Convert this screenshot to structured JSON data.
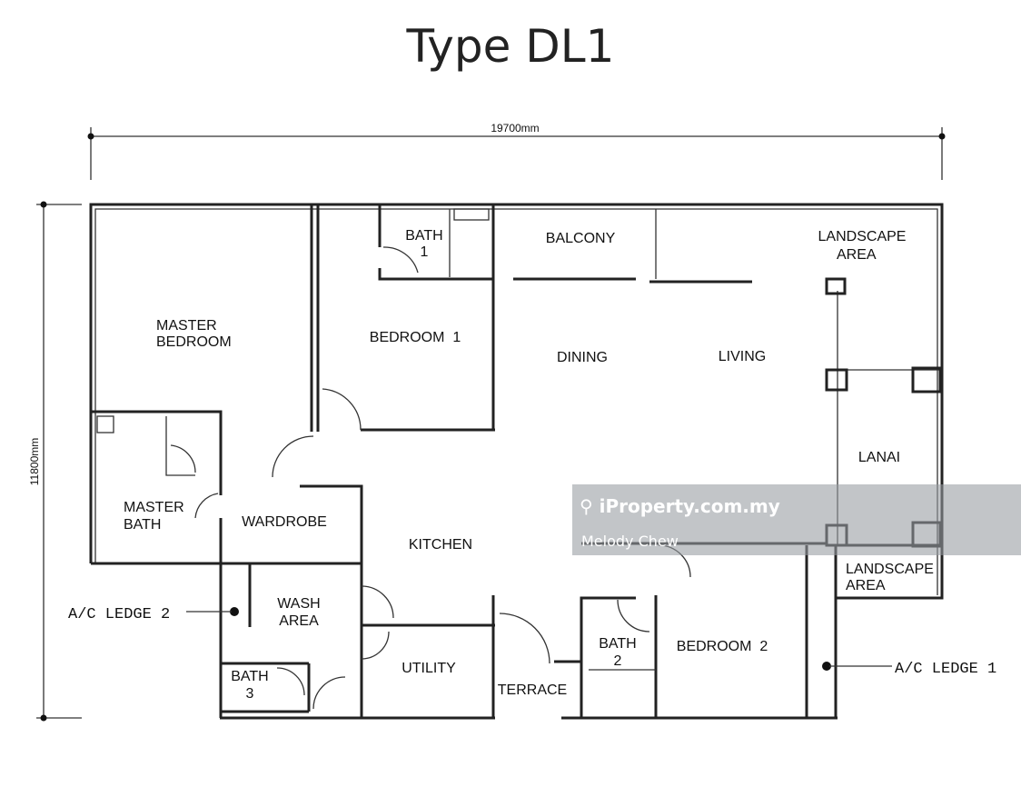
{
  "title": "Type DL1",
  "dimensions": {
    "width": "19700mm",
    "height": "11800mm"
  },
  "rooms": {
    "bath1": [
      "BATH",
      "1"
    ],
    "balcony": "BALCONY",
    "landscape_top": [
      "LANDSCAPE",
      "AREA"
    ],
    "master_bedroom": [
      "MASTER",
      "BEDROOM"
    ],
    "bedroom1": "BEDROOM  1",
    "dining": "DINING",
    "living": "LIVING",
    "lanai": "LANAI",
    "master_bath": [
      "MASTER",
      "BATH"
    ],
    "wardrobe": "WARDROBE",
    "kitchen": "KITCHEN",
    "landscape_bottom": [
      "LANDSCAPE",
      "AREA"
    ],
    "wash_area": [
      "WASH",
      "AREA"
    ],
    "utility": "UTILITY",
    "bath2": [
      "BATH",
      "2"
    ],
    "bedroom2": "BEDROOM  2",
    "bath3": [
      "BATH",
      "3"
    ],
    "terrace": "TERRACE"
  },
  "annotations": {
    "ac_ledge_2": "A/C LEDGE 2",
    "ac_ledge_1": "A/C LEDGE 1"
  },
  "watermark": {
    "site": "iProperty.com.my",
    "agent": "Melody Chew"
  }
}
